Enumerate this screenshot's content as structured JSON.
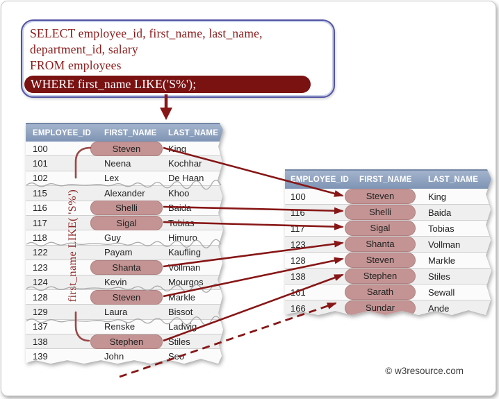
{
  "query": {
    "line1": "SELECT employee_id, first_name, last_name,",
    "line2": "department_id, salary",
    "line3": "FROM employees",
    "where": "WHERE first_name LIKE('S%');"
  },
  "left_table": {
    "columns": [
      "EMPLOYEE_ID",
      "FIRST_NAME",
      "LAST_NAME"
    ],
    "rows": [
      {
        "id": "100",
        "first": "Steven",
        "last": "King",
        "hl": true
      },
      {
        "id": "101",
        "first": "Neena",
        "last": "Kochhar",
        "hl": false
      },
      {
        "id": "102",
        "first": "Lex",
        "last": "De Haan",
        "hl": false
      },
      {
        "id": "115",
        "first": "Alexander",
        "last": "Khoo",
        "hl": false
      },
      {
        "id": "116",
        "first": "Shelli",
        "last": "Baida",
        "hl": true
      },
      {
        "id": "117",
        "first": "Sigal",
        "last": "Tobias",
        "hl": true
      },
      {
        "id": "118",
        "first": "Guy",
        "last": "Himuro",
        "hl": false
      },
      {
        "id": "122",
        "first": "Payam",
        "last": "Kaufling",
        "hl": false
      },
      {
        "id": "123",
        "first": "Shanta",
        "last": "Vollman",
        "hl": true
      },
      {
        "id": "124",
        "first": "Kevin",
        "last": "Mourgos",
        "hl": false
      },
      {
        "id": "128",
        "first": "Steven",
        "last": "Markle",
        "hl": true
      },
      {
        "id": "129",
        "first": "Laura",
        "last": "Bissot",
        "hl": false
      },
      {
        "id": "137",
        "first": "Renske",
        "last": "Ladwig",
        "hl": false
      },
      {
        "id": "138",
        "first": "Stephen",
        "last": "Stiles",
        "hl": true
      },
      {
        "id": "139",
        "first": "John",
        "last": "Seo",
        "hl": false
      }
    ]
  },
  "right_table": {
    "columns": [
      "EMPLOYEE_ID",
      "FIRST_NAME",
      "LAST_NAME"
    ],
    "rows": [
      {
        "id": "100",
        "first": "Steven",
        "last": "King",
        "hl": true
      },
      {
        "id": "116",
        "first": "Shelli",
        "last": "Baida",
        "hl": true
      },
      {
        "id": "117",
        "first": "Sigal",
        "last": "Tobias",
        "hl": true
      },
      {
        "id": "123",
        "first": "Shanta",
        "last": "Vollman",
        "hl": true
      },
      {
        "id": "128",
        "first": "Steven",
        "last": "Markle",
        "hl": true
      },
      {
        "id": "138",
        "first": "Stephen",
        "last": "Stiles",
        "hl": true
      },
      {
        "id": "161",
        "first": "Sarath",
        "last": "Sewall",
        "hl": true
      },
      {
        "id": "166",
        "first": "Sundar",
        "last": "Ande",
        "hl": true
      }
    ]
  },
  "annotations": {
    "vertical_label": "first_name LIKE( 'S%')",
    "copyright": "© w3resource.com",
    "matched_ids": [
      "100",
      "116",
      "117",
      "123",
      "128",
      "138"
    ],
    "dashed_arrow_target_id": "166"
  },
  "colors": {
    "accent_maroon": "#8b1a1a",
    "where_pill_bg": "#7a1212",
    "header_blue_top": "#a3b3cc",
    "header_blue_bottom": "#7e94b4",
    "highlight_pill": "#c49494",
    "query_border_blue": "#5353a4"
  }
}
